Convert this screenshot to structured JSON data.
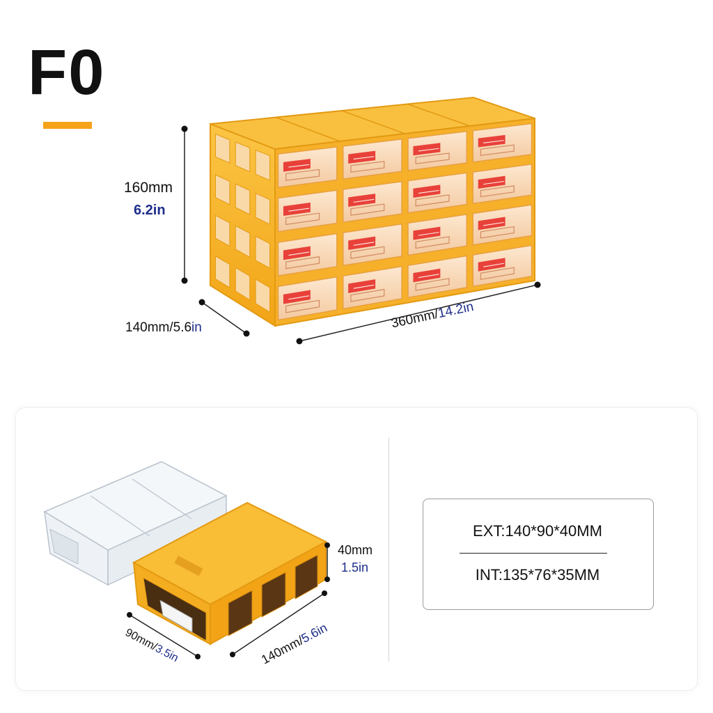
{
  "title": "F0",
  "colors": {
    "accent": "#f6a21a",
    "body_yellow": "#f7b82a",
    "label_red": "#e8413a",
    "inch_blue": "#1e2e8a"
  },
  "assembly_dims": {
    "height_mm": "160mm",
    "height_in": "6.2in",
    "depth_mm": "140mm/5.6",
    "depth_in": "in",
    "width_mm": "360mm/",
    "width_in": "14.2in"
  },
  "drawer_dims": {
    "height_mm": "40mm",
    "height_in": "1.5in",
    "width_mm": "90mm/",
    "width_in": "3.5in",
    "length_mm": "140mm/",
    "length_in": "5.6in"
  },
  "specs": {
    "ext": "EXT:140*90*40MM",
    "int": "INT:135*76*35MM"
  },
  "grid": {
    "rows": 4,
    "cols": 4
  },
  "icons": [
    "storage-cabinet-icon",
    "drawer-insert-icon",
    "case-shell-icon"
  ]
}
